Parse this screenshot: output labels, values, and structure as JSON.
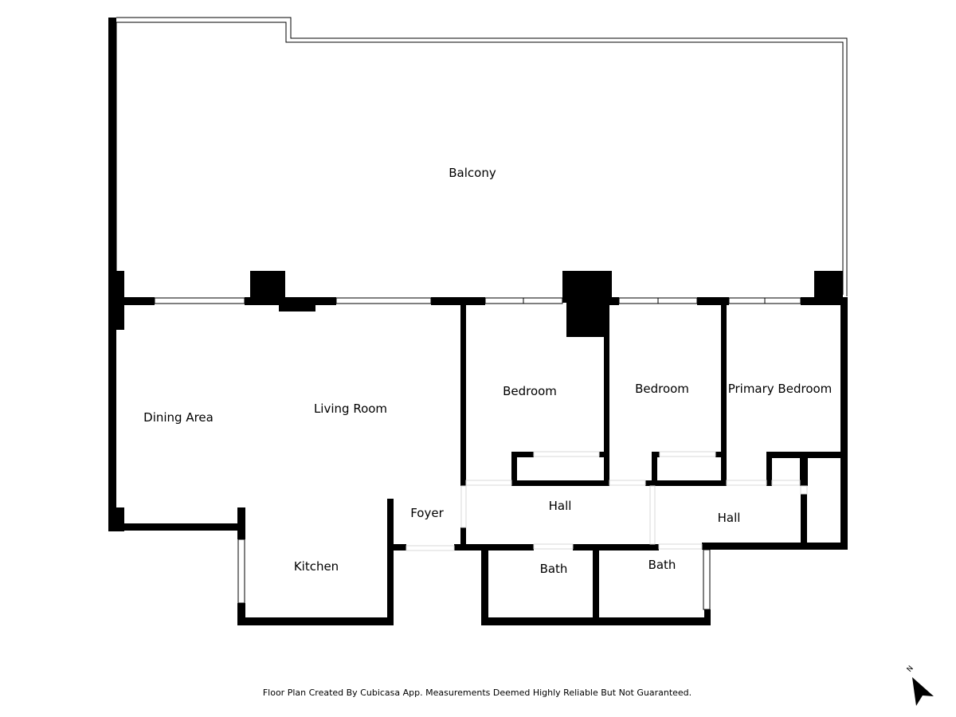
{
  "rooms": {
    "balcony": "Balcony",
    "dining_area": "Dining Area",
    "living_room": "Living Room",
    "bedroom_1": "Bedroom",
    "bedroom_2": "Bedroom",
    "primary_bedroom": "Primary Bedroom",
    "foyer": "Foyer",
    "hall_1": "Hall",
    "hall_2": "Hall",
    "kitchen": "Kitchen",
    "bath_1": "Bath",
    "bath_2": "Bath"
  },
  "footer": "Floor Plan Created By Cubicasa App. Measurements Deemed Highly Reliable But Not Guaranteed.",
  "compass_label": "N",
  "colors": {
    "wall": "#000000",
    "background": "#ffffff",
    "opening": "#d8d8d8"
  }
}
